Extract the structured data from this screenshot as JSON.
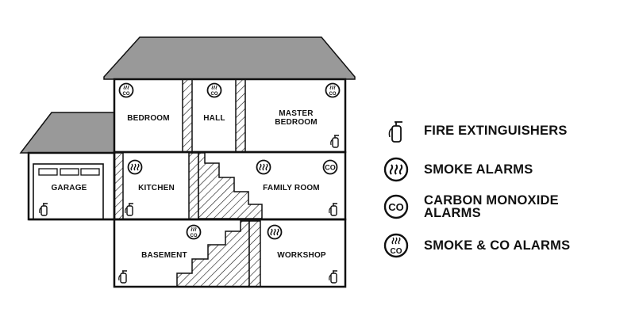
{
  "rooms": {
    "bedroom": "BEDROOM",
    "hall": "HALL",
    "master_bedroom_line1": "MASTER",
    "master_bedroom_line2": "BEDROOM",
    "garage": "GARAGE",
    "kitchen": "KITCHEN",
    "family_room": "FAMILY ROOM",
    "basement": "BASEMENT",
    "workshop": "WORKSHOP"
  },
  "icons": {
    "co_mark": "CO",
    "extinguisher": "fire-extinguisher-icon",
    "smoke": "smoke-alarm-icon",
    "carbon_monoxide": "co-alarm-icon",
    "smoke_and_co": "smoke-co-alarm-icon"
  },
  "legend": {
    "fire_extinguishers": "FIRE EXTINGUISHERS",
    "smoke_alarms": "SMOKE ALARMS",
    "co_alarms_line1": "CARBON MONOXIDE",
    "co_alarms_line2": "ALARMS",
    "smoke_co_alarms": "SMOKE & CO ALARMS"
  },
  "colors": {
    "roof": "#999999",
    "outline": "#111111",
    "hatch": "#111111"
  }
}
